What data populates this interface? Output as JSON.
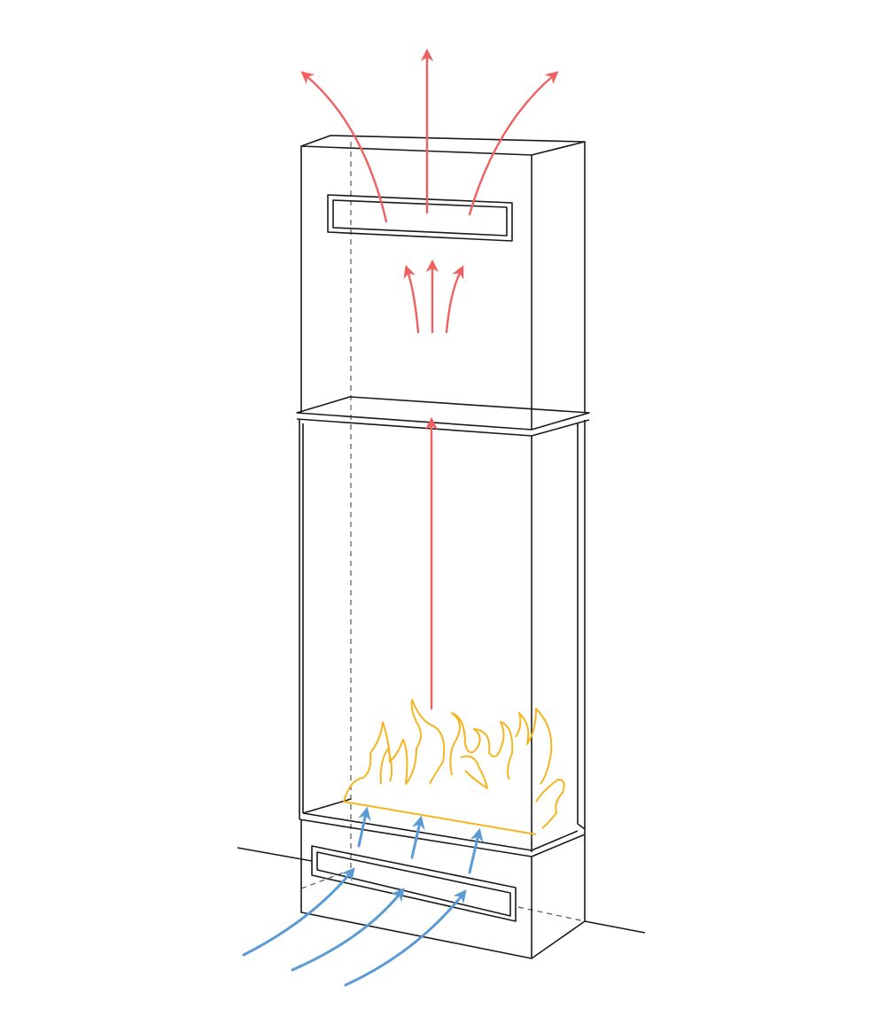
{
  "diagram": {
    "subject": "",
    "colors": {
      "outline": "#1a1a1a",
      "hot_air": "#f06060",
      "cool_air": "#5b9bd5",
      "flame": "#f5b520"
    },
    "icons": [
      "hot-air-arrow",
      "cool-air-arrow",
      "flame"
    ]
  }
}
